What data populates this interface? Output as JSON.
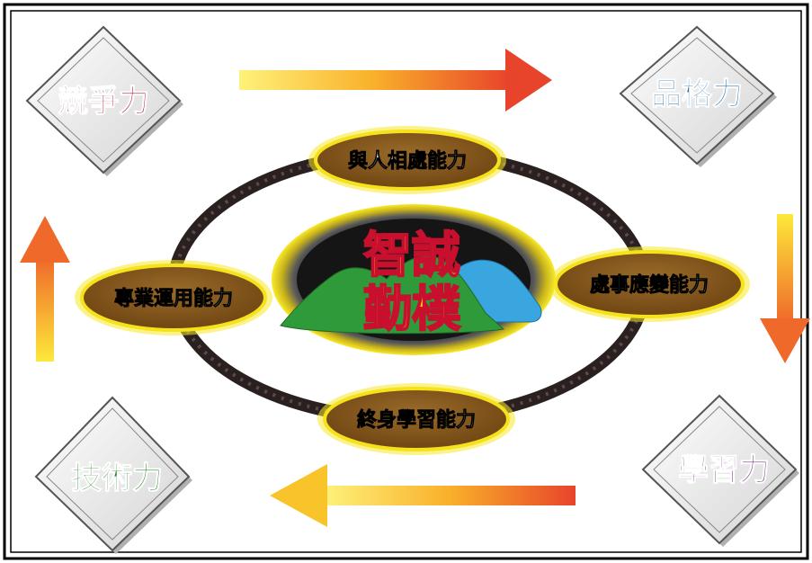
{
  "corners": {
    "top_left": {
      "label": "競爭力",
      "color": "#b0122b"
    },
    "top_right": {
      "label": "品格力",
      "color": "#1b6fb3"
    },
    "bottom_left": {
      "label": "技術力",
      "color": "#2e8b2e"
    },
    "bottom_right": {
      "label": "學習力",
      "color": "#7a2f86"
    }
  },
  "abilities": {
    "top": "與人相處能力",
    "right": "處事應變能力",
    "bottom": "終身學習能力",
    "left": "專業運用能力"
  },
  "center": {
    "line1": "智誠",
    "line2": "勤樸"
  },
  "colors": {
    "oval_fill": "#8a5a1c",
    "oval_glow": "#f5e21a",
    "arrow_start": "#fde93a",
    "arrow_end": "#e8442b",
    "center_text": "#f6c21b",
    "mountain_green": "#2f9a3a",
    "mountain_blue": "#3aa6e0"
  }
}
